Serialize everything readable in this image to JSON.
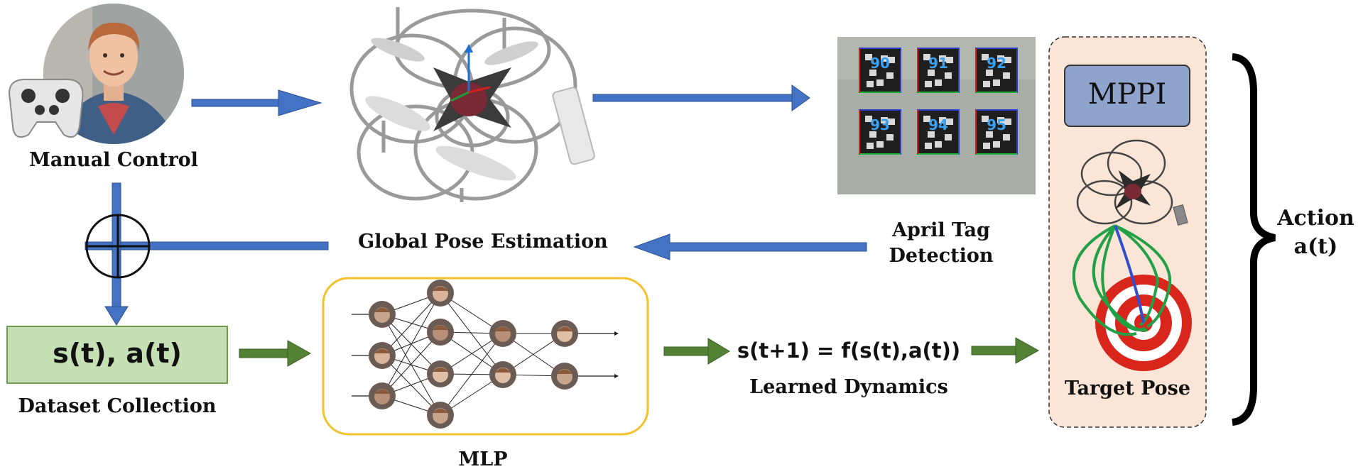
{
  "labels": {
    "manual_control": "Manual Control",
    "global_pose": "Global Pose Estimation",
    "april_tag_line1": "April Tag",
    "april_tag_line2": "Detection",
    "dataset_box": "s(t), a(t)",
    "dataset_collection": "Dataset Collection",
    "mlp": "MLP",
    "equation": "s(t+1) = f(s(t),a(t))",
    "learned_dynamics": "Learned Dynamics",
    "mppi": "MPPI",
    "target_pose": "Target Pose",
    "action_line1": "Action",
    "action_line2": "a(t)"
  },
  "april_tags": [
    "90",
    "91",
    "92",
    "93",
    "94",
    "95"
  ],
  "colors": {
    "blue_arrow": "#4472c4",
    "green_arrow": "#548235",
    "dataset_fill": "#c5e0b4",
    "mlp_border": "#f2c12e",
    "mppi_fill": "#8fa4cc",
    "panel_fill": "#fbe5d6",
    "target_red": "#d9261c",
    "trajectory_green": "#22a045",
    "trajectory_blue": "#2f4fd0",
    "tag_number": "#3aa0f0"
  }
}
